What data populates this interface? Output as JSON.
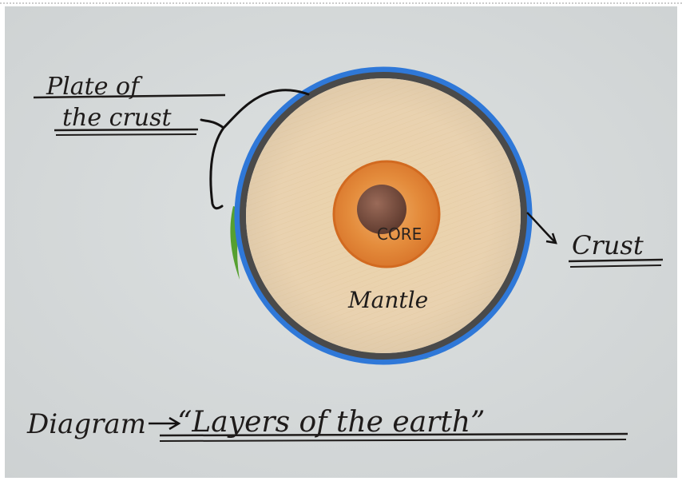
{
  "diagram": {
    "labels": {
      "plate_line1": "Plate of",
      "plate_line2": "the crust",
      "crust": "Crust",
      "core": "CORE",
      "mantle": "Mantle",
      "caption_prefix": "Diagram",
      "caption_title": "“Layers of the earth”"
    },
    "colors": {
      "paper": "#d8dcdc",
      "mantle": "#ead3ae",
      "outer_core": "#e08a3a",
      "inner_core": "#7a5040",
      "crust_blue": "#2f78d8",
      "crust_grey": "#4a4a4a",
      "crust_green": "#4f9a2e",
      "ink": "#1e1b1a"
    }
  }
}
